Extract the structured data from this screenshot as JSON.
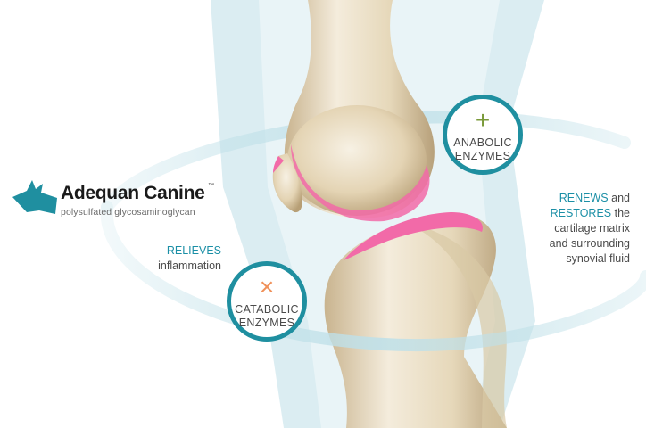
{
  "brand": {
    "name": "Adequan Canine",
    "trademark": "™",
    "tagline": "polysulfated glycosaminoglycan"
  },
  "enzymes": {
    "anabolic": {
      "line1": "ANABOLIC",
      "line2": "ENZYMES",
      "symbol": "+"
    },
    "catabolic": {
      "line1": "CATABOLIC",
      "line2": "ENZYMES",
      "symbol": "×"
    }
  },
  "relieves": {
    "keyword": "RELIEVES",
    "rest": "inflammation"
  },
  "renews": {
    "keyword1": "RENEWS",
    "and": "and",
    "keyword2": "RESTORES",
    "the": "the",
    "line3": "cartilage matrix",
    "line4": "and surrounding",
    "line5": "synovial fluid"
  },
  "colors": {
    "teal": "#1f8fa0",
    "accent_text": "#1b8fa6",
    "plus": "#7a9a3a",
    "cross": "#f0915a",
    "cartilage": "#f26aa8",
    "bone": "#e8dcc2",
    "band": "#cfe6ec"
  },
  "icons": {
    "logo": "dog-head-icon",
    "anabolic": "plus-icon",
    "catabolic": "cross-icon"
  }
}
